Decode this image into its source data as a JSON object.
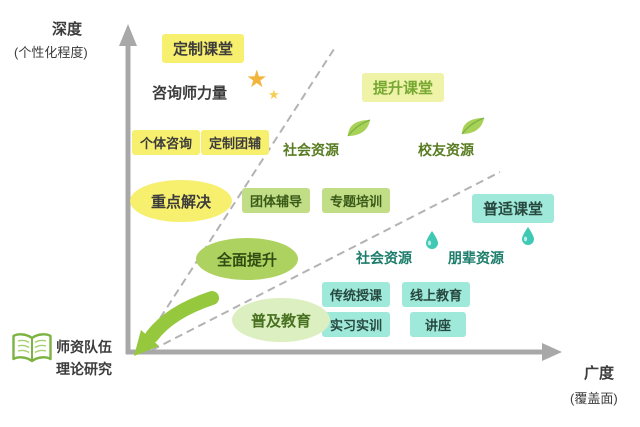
{
  "palette": {
    "highlight_yellow": "#f7ef6e",
    "pale_yellow_green": "#eff3a8",
    "leaf_green": "#c1dd86",
    "ellipse_green": "#aed25f",
    "pale_green": "#dcefc0",
    "teal": "#9fe9da",
    "drop_teal": "#3fc9b5",
    "axis_gray": "#a8a8a8",
    "arrow_green": "#95c83d"
  },
  "icons": {
    "stars": "two gold stars",
    "leaf": "green leaf",
    "drop": "teal water droplet",
    "book": "open book outline",
    "arrow": "curved green arrow to origin"
  },
  "axes": {
    "y_title": "深度",
    "y_subtitle": "(个性化程度)",
    "x_title": "广度",
    "x_subtitle": "(覆盖面)"
  },
  "origin": {
    "line1": "师资队伍",
    "line2": "理论研究"
  },
  "tier1": {
    "banner": "定制课堂",
    "strength": "咨询师力量",
    "tag1": "个体咨询",
    "tag2": "定制团辅",
    "ellipse": "重点解决"
  },
  "tier2": {
    "banner": "提升课堂",
    "resource1": "社会资源",
    "resource2": "校友资源",
    "tag1": "团体辅导",
    "tag2": "专题培训",
    "ellipse": "全面提升"
  },
  "tier3": {
    "banner": "普适课堂",
    "resource1": "社会资源",
    "resource2": "朋辈资源",
    "tag1": "传统授课",
    "tag2": "线上教育",
    "tag3": "实习实训",
    "tag4": "讲座",
    "ellipse": "普及教育"
  }
}
